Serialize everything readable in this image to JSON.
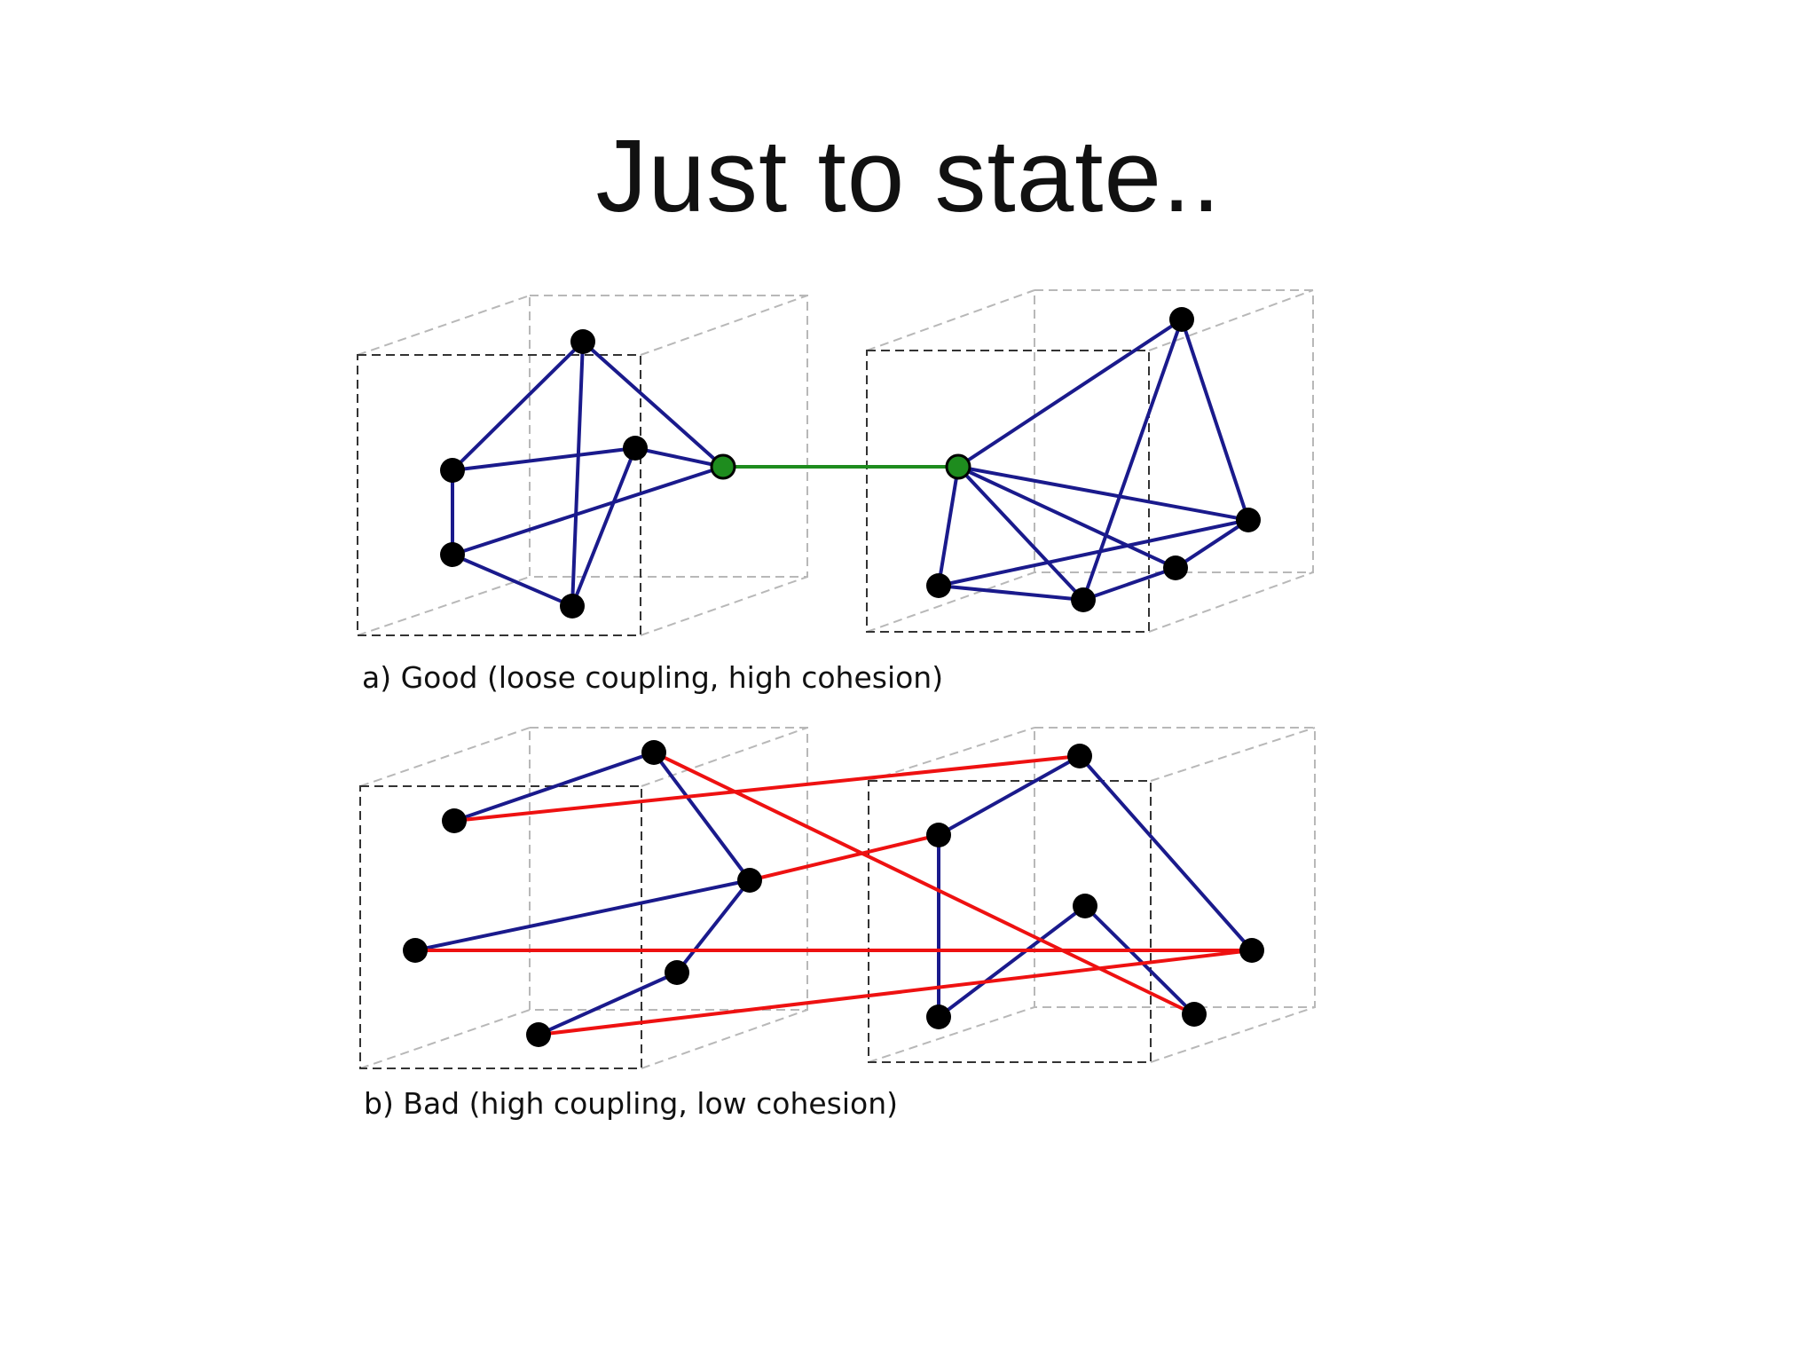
{
  "slide": {
    "title": "Just to state.."
  },
  "colors": {
    "internal_edge": "#1a1a8c",
    "coupling_edge_good": "#1e8c1e",
    "coupling_edge_bad": "#ee1111",
    "node": "#000000",
    "boundary_node": "#1e8c1e"
  },
  "panels": [
    {
      "id": "good",
      "caption": "a) Good (loose coupling, high cohesion)"
    },
    {
      "id": "bad",
      "caption": "b) Bad (high coupling, low cohesion)"
    }
  ]
}
